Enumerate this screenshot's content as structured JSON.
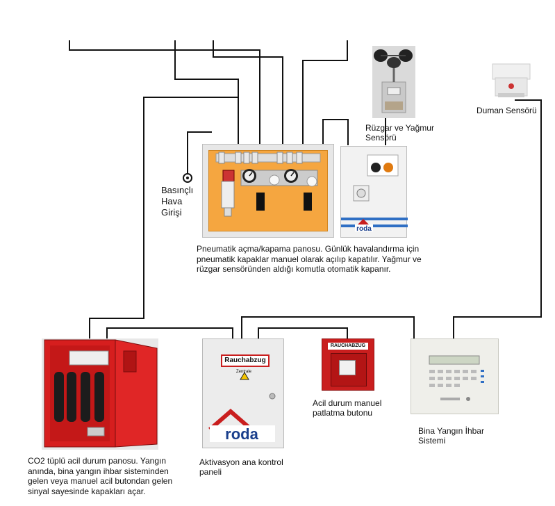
{
  "labels": {
    "pressure_inlet": "Basınçlı\nHava\nGirişi",
    "wind_rain_sensor": "Rüzgar ve Yağmur\nSensörü",
    "smoke_sensor": "Duman Sensörü",
    "manual_button": "Acil durum manuel\npatlatma butonu",
    "fire_alarm": "Bina Yangın İhbar\nSistemi",
    "activation_panel": "Aktivasyon ana kontrol\npaneli"
  },
  "descriptions": {
    "pneumatic_panel": "Pneumatik açma/kapama panosu. Günlük havalandırma için pneumatik kapaklar manuel olarak açılıp kapatılır. Yağmur ve rüzgar sensöründen aldığı komutla otomatik kapanır.",
    "co2_panel": "CO2 tüplü acil durum panosu. Yangın anında, bina yangın ihbar sisteminden gelen veya manuel acil butondan gelen sinyal sayesinde kapakları açar."
  },
  "device_text": {
    "brand": "roda",
    "activation_sign": "Rauchabzug",
    "activation_sub": "Zentrale",
    "button_sign": "RAUCHABZUG"
  },
  "colors": {
    "wire": "#111111",
    "pneumatic_orange": "#f5a640",
    "alarm_red": "#c91e1e",
    "brand_blue": "#1a3f8c"
  }
}
